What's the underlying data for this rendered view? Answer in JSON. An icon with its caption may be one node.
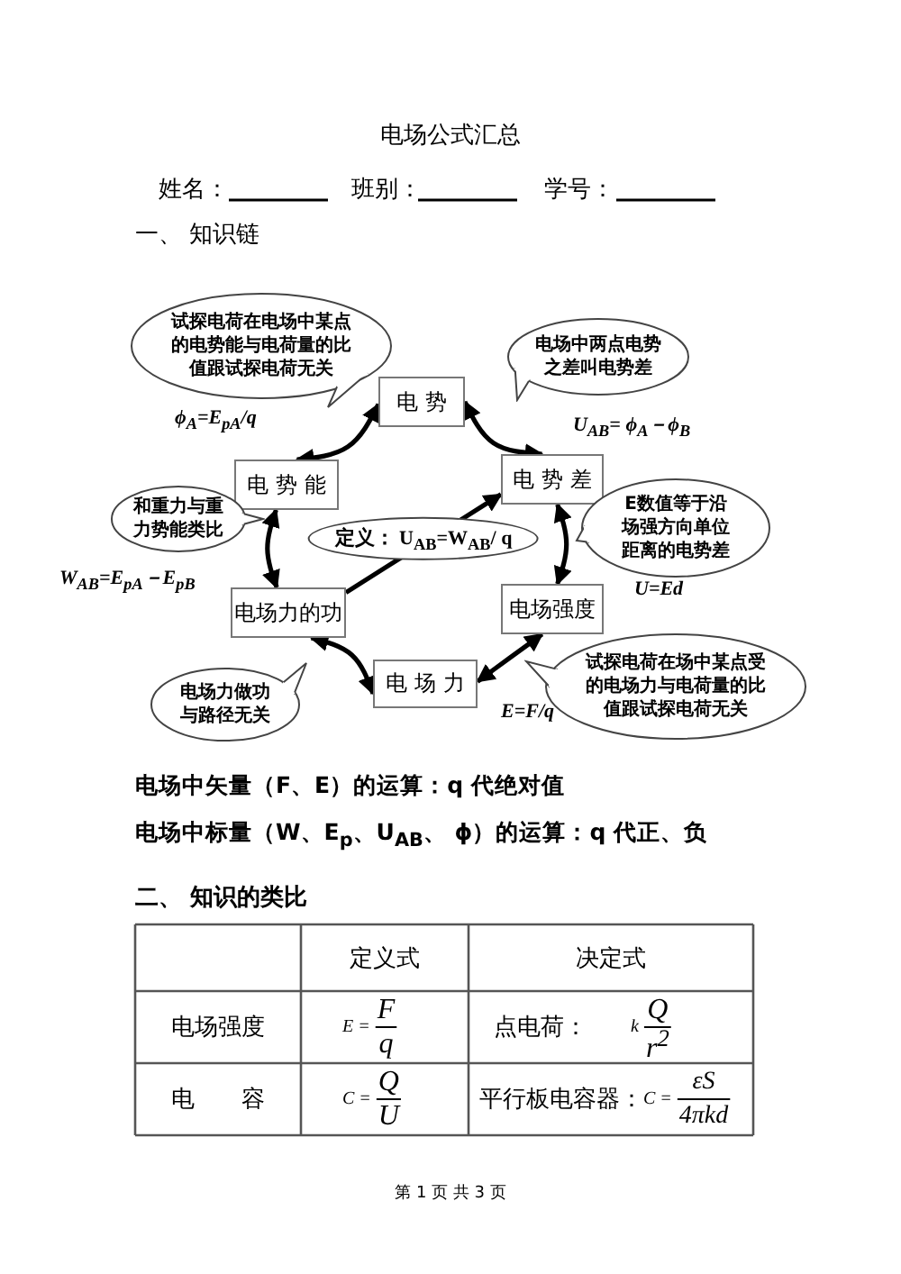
{
  "diagram": {
    "title": "电场公式汇总",
    "nodes": [
      {
        "text": [
          "电 势"
        ]
      },
      {
        "text": [
          "电 势 能"
        ]
      },
      {
        "text": [
          "电 势 差"
        ]
      },
      {
        "text": [
          "电场力的功"
        ]
      },
      {
        "text": [
          "电场强度"
        ]
      },
      {
        "text": [
          "电 场 力"
        ]
      },
      {
        "text": [
          "试探电荷在电场中某点的电势能与电荷量的比值跟试探电荷无关"
        ]
      },
      {
        "text": [
          "电场中两点电势之差叫电势差"
        ]
      },
      {
        "text": [
          "和重力与重力势能类比"
        ]
      },
      {
        "text": [
          "E数值等于沿场强方向单位距离的电势差"
        ]
      },
      {
        "text": [
          "电场力做功与路径无关"
        ]
      },
      {
        "text": [
          "试探电荷在场中某点受的电场力与电荷量的比值跟试探电荷无关"
        ]
      }
    ],
    "edges": [
      {
        "from": 0,
        "to": 1,
        "arrow": "both"
      },
      {
        "from": 0,
        "to": 2,
        "arrow": "both"
      },
      {
        "from": 1,
        "to": 3,
        "arrow": "both"
      },
      {
        "from": 3,
        "to": 2,
        "arrow": "to",
        "label": "定义： U$_{AB}$=W$_{AB}$/ q"
      },
      {
        "from": 2,
        "to": 4,
        "arrow": "both"
      },
      {
        "from": 4,
        "to": 5,
        "arrow": "both"
      },
      {
        "from": 3,
        "to": 5,
        "arrow": "both"
      }
    ],
    "labels": [
      "姓名：",
      "班别：",
      "学号：",
      "一、 知识链",
      "ϕ$_{A}$=E$_{pA}$/q",
      "U$_{AB}$= ϕ$_{A}$－ϕ$_{B}$",
      "W$_{AB}$=E$_{pA}$－E$_{pB}$",
      "U=Ed",
      "E=F/q",
      "电场中矢量（F、E）的运算：q 代绝对值",
      "电场中标量（W、E$_{p}$、U$_{AB}$、 ϕ）的运算：q 代正、负",
      "二、 知识的类比",
      "定义式",
      "决定式",
      "电场强度",
      "E =",
      "F",
      "q",
      "点电荷：",
      "k",
      "Q",
      "r$^{2}$",
      "电　　容",
      "C =",
      "Q",
      "U",
      "平行板电容器：",
      "C =",
      "εS",
      "4πkd",
      "第 1 页 共 3 页"
    ]
  }
}
